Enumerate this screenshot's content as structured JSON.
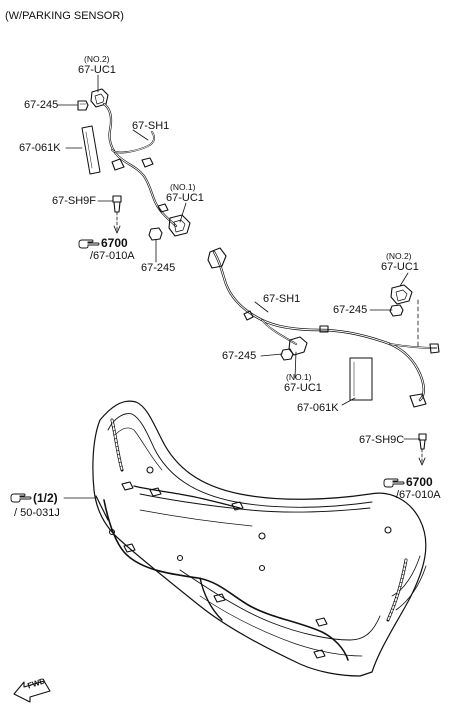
{
  "heading": "(W/PARKING SENSOR)",
  "upper_harness": {
    "no2_tag": "(NO.2)",
    "uc1_top": "67-UC1",
    "clip_top": "67-245",
    "sh1": "67-SH1",
    "pad": "67-061K",
    "no1_tag": "(NO.1)",
    "uc1_mid": "67-UC1",
    "sh9f": "67-SH9F",
    "ref_main": "6700",
    "ref_sub": "/67-010A",
    "clip_bottom": "67-245"
  },
  "lower_harness": {
    "no2_tag": "(NO.2)",
    "uc1_top": "67-UC1",
    "sh1": "67-SH1",
    "clip_right": "67-245",
    "clip_left": "67-245",
    "no1_tag": "(NO.1)",
    "uc1_bottom": "67-UC1",
    "pad": "67-061K",
    "sh9c": "67-SH9C",
    "ref_main": "6700",
    "ref_sub": "/67-010A"
  },
  "bumper_ref": {
    "main": "(1/2)",
    "sub": "/ 50-031J"
  },
  "fwd_arrow": "FWD",
  "icons": [
    "pointing-hand-icon",
    "fwd-arrow-icon"
  ]
}
